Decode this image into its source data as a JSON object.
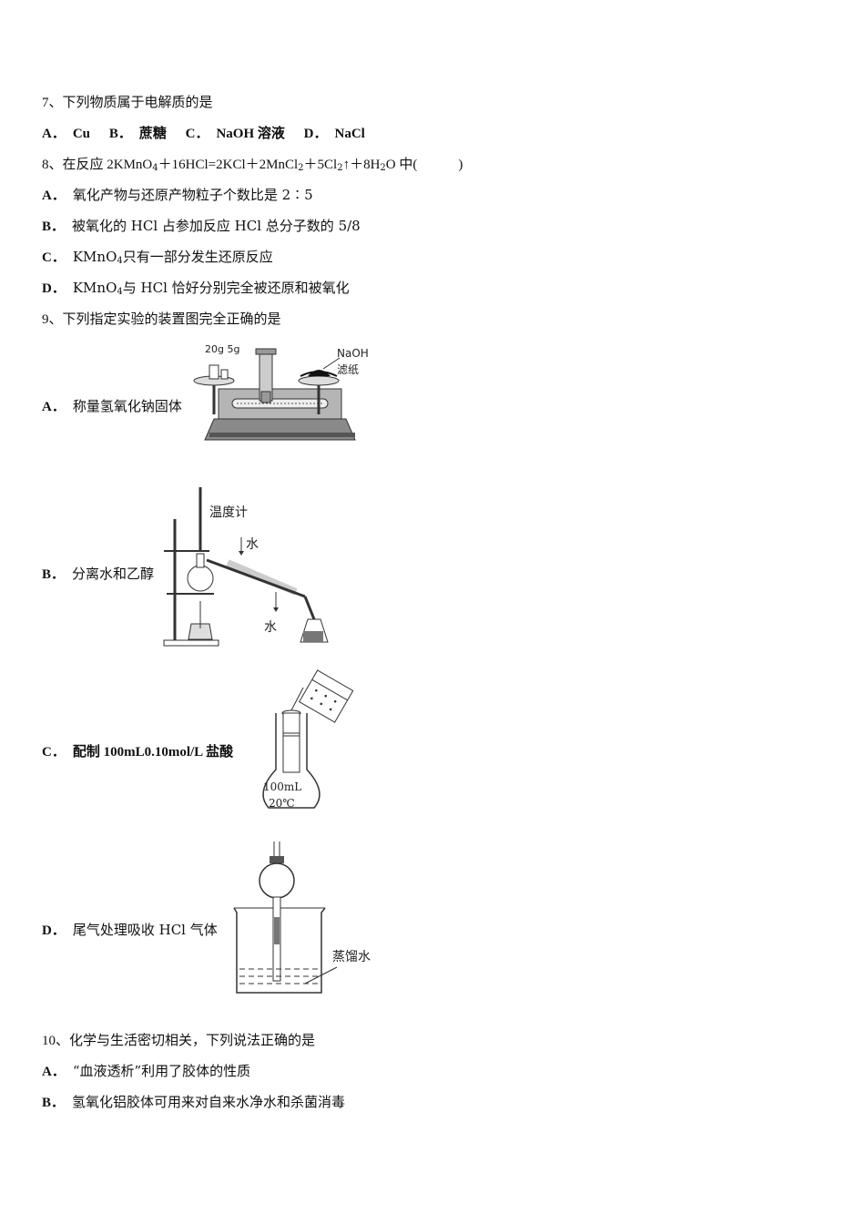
{
  "questions": [
    {
      "number": "7、",
      "stem": "下列物质属于电解质的是",
      "options": [
        {
          "letter": "A．",
          "text": "Cu"
        },
        {
          "letter": "B．",
          "text": "蔗糖"
        },
        {
          "letter": "C．",
          "text": "NaOH 溶液"
        },
        {
          "letter": "D．",
          "text": "NaCl"
        }
      ]
    },
    {
      "number": "8、",
      "stem_prefix": "在反应 2KMnO",
      "stem_sub1": "4",
      "stem_mid1": "＋16HCl=2KCl＋2MnCl",
      "stem_sub2": "2",
      "stem_mid2": "＋5Cl",
      "stem_sub3": "2",
      "stem_mid3": "↑＋8H",
      "stem_sub4": "2",
      "stem_suffix": "O 中(　　　)",
      "options": [
        {
          "letter": "A．",
          "text": "氧化产物与还原产物粒子个数比是 2∶5"
        },
        {
          "letter": "B．",
          "text": "被氧化的 HCl 占参加反应 HCl 总分子数的 5/8"
        },
        {
          "letter": "C．",
          "text_pre": "KMnO",
          "sub": "4",
          "text_post": "只有一部分发生还原反应"
        },
        {
          "letter": "D．",
          "text_pre": "KMnO",
          "sub": "4",
          "text_post": "与 HCl 恰好分别完全被还原和被氧化"
        }
      ]
    },
    {
      "number": "9、",
      "stem": "下列指定实验的装置图完全正确的是",
      "options": [
        {
          "letter": "A．",
          "text": "称量氢氧化钠固体",
          "figure": {
            "labels": [
              "20g 5g",
              "NaOH",
              "滤纸"
            ]
          }
        },
        {
          "letter": "B．",
          "text": "分离水和乙醇",
          "figure": {
            "labels": [
              "温度计",
              "水",
              "水"
            ]
          }
        },
        {
          "letter": "C．",
          "text": "配制 100mL0.10mol/L 盐酸",
          "figure": {
            "labels": [
              "100mL",
              "20℃"
            ]
          }
        },
        {
          "letter": "D．",
          "text": "尾气处理吸收 HCl 气体",
          "figure": {
            "labels": [
              "蒸馏水"
            ]
          }
        }
      ]
    },
    {
      "number": "10、",
      "stem": "化学与生活密切相关，下列说法正确的是",
      "options": [
        {
          "letter": "A．",
          "text": "“血液透析”利用了胶体的性质"
        },
        {
          "letter": "B．",
          "text": "氢氧化铝胶体可用来对自来水净水和杀菌消毒"
        }
      ]
    }
  ]
}
